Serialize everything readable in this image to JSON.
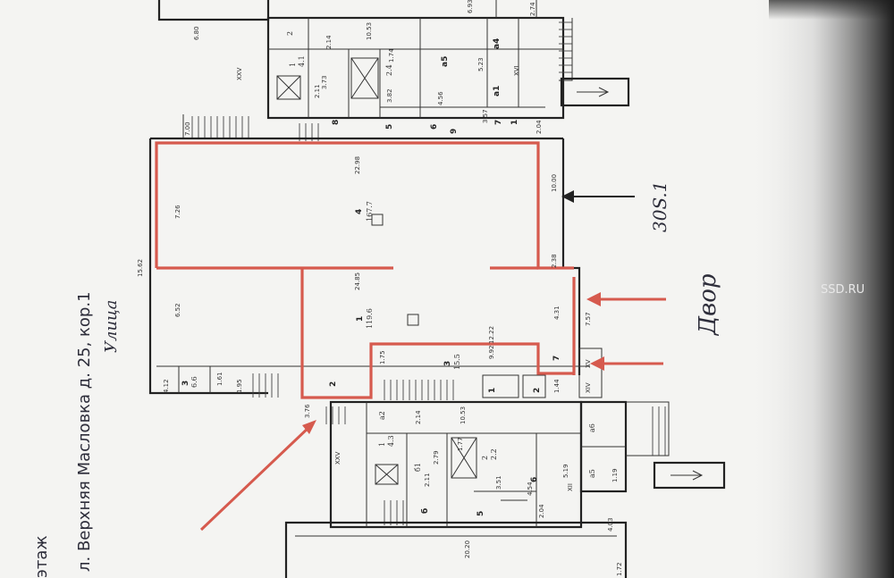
{
  "plan": {
    "title_address": "л. Верхняя Масловка д. 25, кор.1",
    "title_floor": "этаж",
    "street_label": "Улица",
    "yard_label": "Двор",
    "building_tag": "30S.1",
    "watermark": "SSD.RU",
    "rooms": {
      "r_top_large": "4",
      "r_top_large_area": "167.7",
      "r_main": "1",
      "r_main_area": "119.6",
      "r_corridor": "3",
      "r_corridor_area": "15.5",
      "r_small_2": "2",
      "r_small_7": "7",
      "r_left_3": "3",
      "r_left_3_area": "6.6",
      "r_right_1": "1",
      "r_right_2": "2",
      "r_top_8": "8",
      "r_top_5": "5",
      "r_top_6": "6",
      "r_top_9": "9",
      "r_top_7": "7",
      "r_top_1": "1",
      "r_top_ab": "а5",
      "r_top_a4": "а4",
      "r_top_a1": "а1",
      "r_top_1b": "1",
      "r_top_1b_area": "4.1",
      "r_top_2": "2",
      "r_top_2_area": "2.4",
      "r_bot_6": "6",
      "r_bot_5": "5",
      "r_bot_b": "б",
      "r_bot_a6": "а6",
      "r_bot_a5": "а5",
      "r_bot_b1": "б1",
      "r_bot_a2": "а2",
      "r_bot_1": "1",
      "r_bot_1_area": "4.3",
      "r_bot_2": "2",
      "r_bot_2_area": "2.2"
    },
    "dims": {
      "d_7_00": "7.00",
      "d_22_98": "22.98",
      "d_7_26": "7.26",
      "d_10_00": "10.00",
      "d_15_62": "15.62",
      "d_6_52": "6.52",
      "d_24_85": "24.85",
      "d_2_38": "2.38",
      "d_4_31": "4.31",
      "d_7_57": "7.57",
      "d_12_22": "12.22",
      "d_9_92": "9.92",
      "d_1_75": "1.75",
      "d_4_12": "4.12",
      "d_1_61": "1.61",
      "d_1_95": "1.95",
      "d_1_44": "1.44",
      "d_3_76": "3.76",
      "d_2_14": "2.14",
      "d_10_53": "10.53",
      "d_1_77": "1.77",
      "d_5_19": "5.19",
      "d_4_54": "4.54",
      "d_1_19": "1.19",
      "d_2_11": "2.11",
      "d_2_79": "2.79",
      "d_3_51": "3.51",
      "d_2_04": "2.04",
      "d_4_03": "4.03",
      "d_20_20": "20.20",
      "d_1_72": "1.72",
      "d_6_80": "6.80",
      "d_2_14t": "2.14",
      "d_10_53t": "10.53",
      "d_1_74": "1.74",
      "d_5_23": "5.23",
      "d_4_56": "4.56",
      "d_3_57": "3.57",
      "d_2_04t": "2.04",
      "d_3_73": "3.73",
      "d_2_11t": "2.11",
      "d_3_82": "3.82",
      "d_6_93": "6.93",
      "d_2_74": "2.74"
    },
    "roman": {
      "xxv_top": "XXV",
      "xvi": "XVI",
      "xv": "XV",
      "xiv": "XIV",
      "xxv_bot": "XXV",
      "xii": "XII"
    }
  }
}
